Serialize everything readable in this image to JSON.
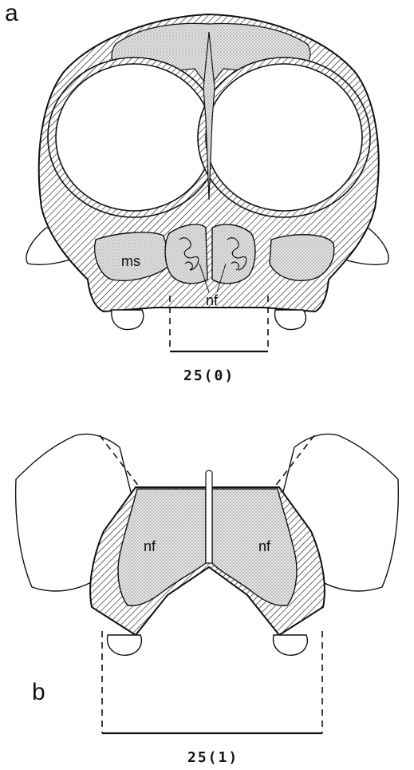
{
  "panels": {
    "a": {
      "letter": "a",
      "state_label": "25(0)",
      "labels": {
        "maxillary_sinus": "ms",
        "nasal_fossa": "nf"
      }
    },
    "b": {
      "letter": "b",
      "state_label": "25(1)",
      "labels": {
        "nasal_fossa_left": "nf",
        "nasal_fossa_right": "nf"
      }
    }
  },
  "colors": {
    "ink": "#111111",
    "stipple": "#8a8a8a",
    "background": "#ffffff"
  }
}
